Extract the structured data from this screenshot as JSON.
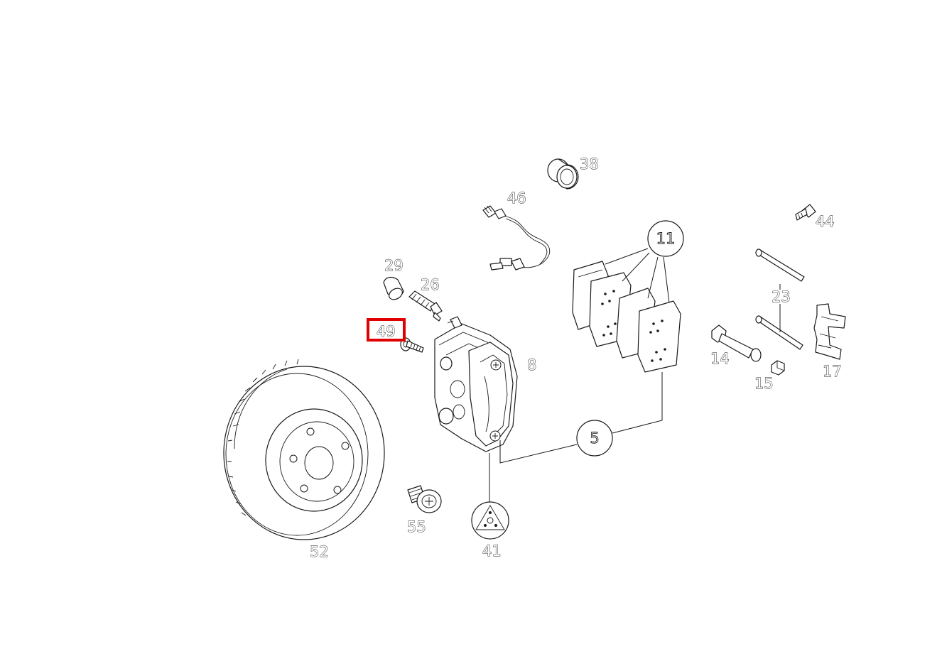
{
  "diagram": {
    "part_labels": [
      "38",
      "46",
      "44",
      "29",
      "26",
      "23",
      "49",
      "8",
      "14",
      "15",
      "17",
      "52",
      "55",
      "41"
    ],
    "callouts": [
      "11",
      "5"
    ],
    "highlighted_label": "49",
    "highlight_color": "#e00000",
    "line_color": "#1a1a1a"
  }
}
